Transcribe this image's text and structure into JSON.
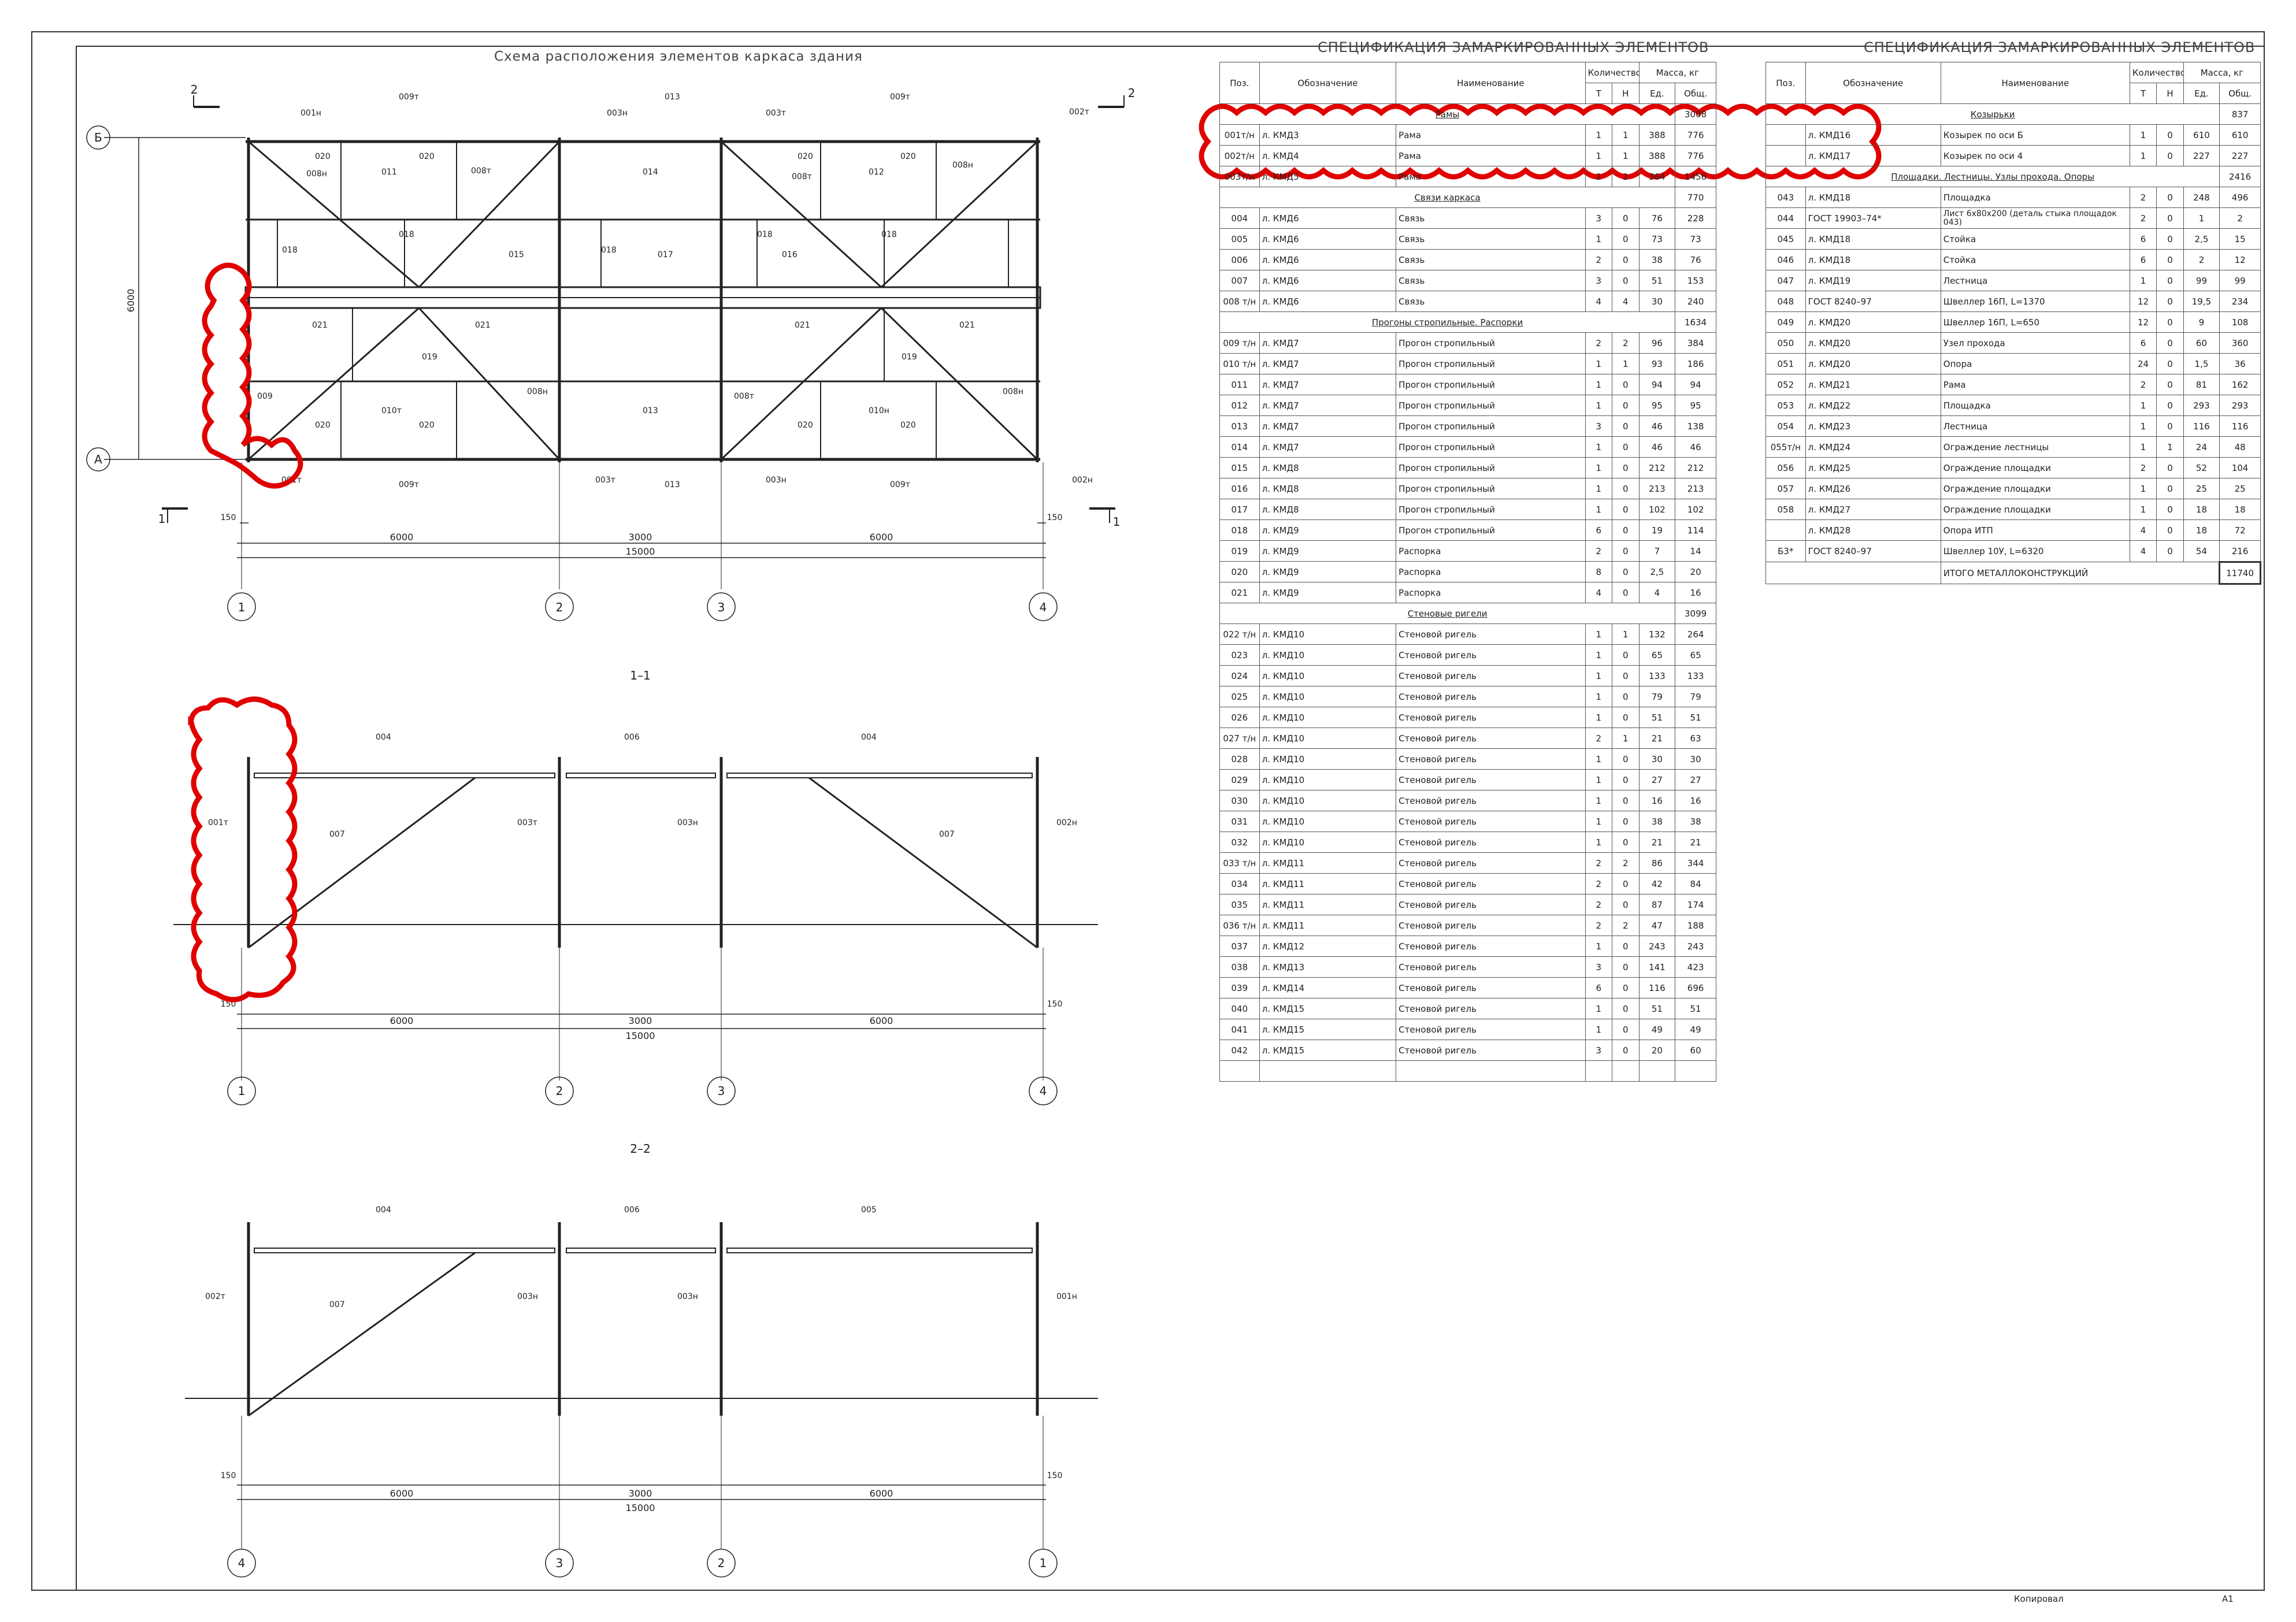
{
  "plan": {
    "title": "Схема расположения элементов каркаса здания",
    "axes_letters": [
      "Б",
      "А"
    ],
    "axes_numbers": [
      "1",
      "2",
      "3",
      "4"
    ],
    "dim_left": "6000",
    "dims": [
      "6000",
      "3000",
      "6000",
      "15000",
      "150",
      "150"
    ],
    "cuts": [
      "1",
      "2"
    ],
    "labels_top": [
      "001н",
      "009т",
      "003н",
      "013",
      "003т",
      "009т",
      "002т"
    ],
    "labels_bottom": [
      "001т",
      "009т",
      "003т",
      "013",
      "003н",
      "009т",
      "002н"
    ],
    "labels_mid": [
      "020",
      "008н",
      "011",
      "020",
      "008т",
      "014",
      "020",
      "008т",
      "012",
      "020",
      "008н",
      "018",
      "018",
      "015",
      "018",
      "017",
      "016",
      "018",
      "018",
      "021",
      "021",
      "019",
      "021",
      "019",
      "021",
      "009",
      "020",
      "010т",
      "020",
      "008н",
      "013",
      "008т",
      "020",
      "010н",
      "020",
      "008н"
    ]
  },
  "section1": {
    "title": "1–1",
    "labels": [
      "004",
      "006",
      "004",
      "001т",
      "007",
      "003т",
      "003н",
      "007",
      "002н"
    ],
    "dims": [
      "150",
      "6000",
      "3000",
      "6000",
      "15000",
      "150"
    ],
    "axes": [
      "1",
      "2",
      "3",
      "4"
    ]
  },
  "section2": {
    "title": "2–2",
    "labels": [
      "004",
      "006",
      "005",
      "002т",
      "007",
      "003н",
      "003н",
      "001н"
    ],
    "dims": [
      "150",
      "6000",
      "3000",
      "6000",
      "15000",
      "150"
    ],
    "axes": [
      "4",
      "3",
      "2",
      "1"
    ]
  },
  "spec1": {
    "title": "СПЕЦИФИКАЦИЯ ЗАМАРКИРОВАННЫХ ЭЛЕМЕНТОВ",
    "headers": {
      "pos": "Поз.",
      "oboz": "Обозначение",
      "name": "Наименование",
      "qty": "Количество",
      "mass": "Масса, кг",
      "t": "Т",
      "n": "Н",
      "ed": "Ед.",
      "total": "Общ."
    },
    "rows": [
      {
        "section": "Рамы",
        "total": "3008"
      },
      [
        "001т/н",
        "л. КМД3",
        "Рама",
        "1",
        "1",
        "388",
        "776"
      ],
      [
        "002т/н",
        "л. КМД4",
        "Рама",
        "1",
        "1",
        "388",
        "776"
      ],
      [
        "003т/н",
        "л. КМД5",
        "Рама",
        "2",
        "2",
        "364",
        "1456"
      ],
      {
        "section": "Связи каркаса",
        "total": "770"
      },
      [
        "004",
        "л. КМД6",
        "Связь",
        "3",
        "0",
        "76",
        "228"
      ],
      [
        "005",
        "л. КМД6",
        "Связь",
        "1",
        "0",
        "73",
        "73"
      ],
      [
        "006",
        "л. КМД6",
        "Связь",
        "2",
        "0",
        "38",
        "76"
      ],
      [
        "007",
        "л. КМД6",
        "Связь",
        "3",
        "0",
        "51",
        "153"
      ],
      [
        "008 т/н",
        "л. КМД6",
        "Связь",
        "4",
        "4",
        "30",
        "240"
      ],
      {
        "section": "Прогоны стропильные. Распорки",
        "total": "1634"
      },
      [
        "009 т/н",
        "л. КМД7",
        "Прогон стропильный",
        "2",
        "2",
        "96",
        "384"
      ],
      [
        "010 т/н",
        "л. КМД7",
        "Прогон стропильный",
        "1",
        "1",
        "93",
        "186"
      ],
      [
        "011",
        "л. КМД7",
        "Прогон стропильный",
        "1",
        "0",
        "94",
        "94"
      ],
      [
        "012",
        "л. КМД7",
        "Прогон стропильный",
        "1",
        "0",
        "95",
        "95"
      ],
      [
        "013",
        "л. КМД7",
        "Прогон стропильный",
        "3",
        "0",
        "46",
        "138"
      ],
      [
        "014",
        "л. КМД7",
        "Прогон стропильный",
        "1",
        "0",
        "46",
        "46"
      ],
      [
        "015",
        "л. КМД8",
        "Прогон стропильный",
        "1",
        "0",
        "212",
        "212"
      ],
      [
        "016",
        "л. КМД8",
        "Прогон стропильный",
        "1",
        "0",
        "213",
        "213"
      ],
      [
        "017",
        "л. КМД8",
        "Прогон стропильный",
        "1",
        "0",
        "102",
        "102"
      ],
      [
        "018",
        "л. КМД9",
        "Прогон стропильный",
        "6",
        "0",
        "19",
        "114"
      ],
      [
        "019",
        "л. КМД9",
        "Распорка",
        "2",
        "0",
        "7",
        "14"
      ],
      [
        "020",
        "л. КМД9",
        "Распорка",
        "8",
        "0",
        "2,5",
        "20"
      ],
      [
        "021",
        "л. КМД9",
        "Распорка",
        "4",
        "0",
        "4",
        "16"
      ],
      {
        "section": "Стеновые ригели",
        "total": "3099"
      },
      [
        "022 т/н",
        "л. КМД10",
        "Стеновой ригель",
        "1",
        "1",
        "132",
        "264"
      ],
      [
        "023",
        "л. КМД10",
        "Стеновой ригель",
        "1",
        "0",
        "65",
        "65"
      ],
      [
        "024",
        "л. КМД10",
        "Стеновой ригель",
        "1",
        "0",
        "133",
        "133"
      ],
      [
        "025",
        "л. КМД10",
        "Стеновой ригель",
        "1",
        "0",
        "79",
        "79"
      ],
      [
        "026",
        "л. КМД10",
        "Стеновой ригель",
        "1",
        "0",
        "51",
        "51"
      ],
      [
        "027 т/н",
        "л. КМД10",
        "Стеновой ригель",
        "2",
        "1",
        "21",
        "63"
      ],
      [
        "028",
        "л. КМД10",
        "Стеновой ригель",
        "1",
        "0",
        "30",
        "30"
      ],
      [
        "029",
        "л. КМД10",
        "Стеновой ригель",
        "1",
        "0",
        "27",
        "27"
      ],
      [
        "030",
        "л. КМД10",
        "Стеновой ригель",
        "1",
        "0",
        "16",
        "16"
      ],
      [
        "031",
        "л. КМД10",
        "Стеновой ригель",
        "1",
        "0",
        "38",
        "38"
      ],
      [
        "032",
        "л. КМД10",
        "Стеновой ригель",
        "1",
        "0",
        "21",
        "21"
      ],
      [
        "033 т/н",
        "л. КМД11",
        "Стеновой ригель",
        "2",
        "2",
        "86",
        "344"
      ],
      [
        "034",
        "л. КМД11",
        "Стеновой ригель",
        "2",
        "0",
        "42",
        "84"
      ],
      [
        "035",
        "л. КМД11",
        "Стеновой ригель",
        "2",
        "0",
        "87",
        "174"
      ],
      [
        "036 т/н",
        "л. КМД11",
        "Стеновой ригель",
        "2",
        "2",
        "47",
        "188"
      ],
      [
        "037",
        "л. КМД12",
        "Стеновой ригель",
        "1",
        "0",
        "243",
        "243"
      ],
      [
        "038",
        "л. КМД13",
        "Стеновой ригель",
        "3",
        "0",
        "141",
        "423"
      ],
      [
        "039",
        "л. КМД14",
        "Стеновой ригель",
        "6",
        "0",
        "116",
        "696"
      ],
      [
        "040",
        "л. КМД15",
        "Стеновой ригель",
        "1",
        "0",
        "51",
        "51"
      ],
      [
        "041",
        "л. КМД15",
        "Стеновой ригель",
        "1",
        "0",
        "49",
        "49"
      ],
      [
        "042",
        "л. КМД15",
        "Стеновой ригель",
        "3",
        "0",
        "20",
        "60"
      ],
      [
        "",
        "",
        "",
        "",
        "",
        "",
        ""
      ]
    ]
  },
  "spec2": {
    "title": "СПЕЦИФИКАЦИЯ ЗАМАРКИРОВАННЫХ ЭЛЕМЕНТОВ",
    "headers": {
      "pos": "Поз.",
      "oboz": "Обозначение",
      "name": "Наименование",
      "qty": "Количество",
      "mass": "Масса, кг",
      "t": "Т",
      "n": "Н",
      "ed": "Ед.",
      "total": "Общ."
    },
    "rows": [
      {
        "section": "Козырьки",
        "total": "837"
      },
      [
        "",
        "л. КМД16",
        "Козырек по оси Б",
        "1",
        "0",
        "610",
        "610"
      ],
      [
        "",
        "л. КМД17",
        "Козырек по оси 4",
        "1",
        "0",
        "227",
        "227"
      ],
      {
        "section": "Площадки. Лестницы. Узлы прохода. Опоры",
        "total": "2416"
      },
      [
        "043",
        "л. КМД18",
        "Площадка",
        "2",
        "0",
        "248",
        "496"
      ],
      [
        "044",
        "ГОСТ 19903–74*",
        "Лист 6х80х200 (деталь стыка площадок 043)",
        "2",
        "0",
        "1",
        "2"
      ],
      [
        "045",
        "л. КМД18",
        "Стойка",
        "6",
        "0",
        "2,5",
        "15"
      ],
      [
        "046",
        "л. КМД18",
        "Стойка",
        "6",
        "0",
        "2",
        "12"
      ],
      [
        "047",
        "л. КМД19",
        "Лестница",
        "1",
        "0",
        "99",
        "99"
      ],
      [
        "048",
        "ГОСТ 8240–97",
        "Швеллер 16П, L=1370",
        "12",
        "0",
        "19,5",
        "234"
      ],
      [
        "049",
        "л. КМД20",
        "Швеллер 16П, L=650",
        "12",
        "0",
        "9",
        "108"
      ],
      [
        "050",
        "л. КМД20",
        "Узел прохода",
        "6",
        "0",
        "60",
        "360"
      ],
      [
        "051",
        "л. КМД20",
        "Опора",
        "24",
        "0",
        "1,5",
        "36"
      ],
      [
        "052",
        "л. КМД21",
        "Рама",
        "2",
        "0",
        "81",
        "162"
      ],
      [
        "053",
        "л. КМД22",
        "Площадка",
        "1",
        "0",
        "293",
        "293"
      ],
      [
        "054",
        "л. КМД23",
        "Лестница",
        "1",
        "0",
        "116",
        "116"
      ],
      [
        "055т/н",
        "л. КМД24",
        "Ограждение лестницы",
        "1",
        "1",
        "24",
        "48"
      ],
      [
        "056",
        "л. КМД25",
        "Ограждение площадки",
        "2",
        "0",
        "52",
        "104"
      ],
      [
        "057",
        "л. КМД26",
        "Ограждение площадки",
        "1",
        "0",
        "25",
        "25"
      ],
      [
        "058",
        "л. КМД27",
        "Ограждение площадки",
        "1",
        "0",
        "18",
        "18"
      ],
      [
        "",
        "л. КМД28",
        "Опора ИТП",
        "4",
        "0",
        "18",
        "72"
      ],
      [
        "Б3*",
        "ГОСТ 8240–97",
        "Швеллер 10У, L=6320",
        "4",
        "0",
        "54",
        "216"
      ],
      {
        "total_row": "ИТОГО МЕТАЛЛОКОНСТРУКЦИЙ",
        "total": "11740"
      }
    ]
  },
  "stamp": {
    "copied": "Копировал",
    "format": "А1"
  }
}
